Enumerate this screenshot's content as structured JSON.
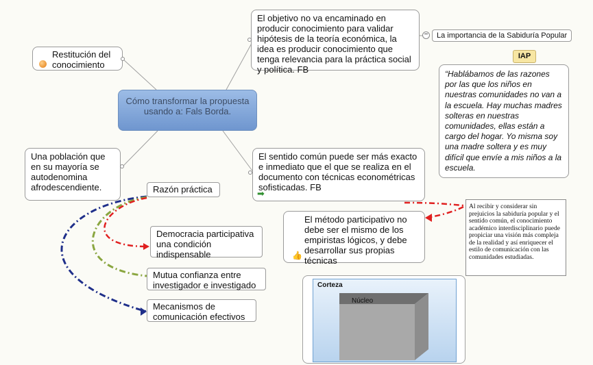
{
  "central": {
    "title": "Cómo transformar la propuesta usando a: Fals Borda."
  },
  "nodes": {
    "restitucion": "Restitución del conocimiento",
    "objetivo": "El objetivo no va encaminado en producir conocimiento para validar hipótesis de la teoría económica, la idea es producir conocimiento que tenga relevancia para la práctica social y política. FB",
    "poblacion": "Una población que en su mayoría se autodenomina afrodescendiente.",
    "sentido": "El sentido común puede ser más exacto e inmediato que el que se realiza en el documento con técnicas econométricas sofisticadas. FB",
    "metodo": "El método participativo no debe ser el mismo de los empiristas lógicos, y debe desarrollar sus propias técnicas",
    "razon": "Razón práctica",
    "democracia": "Democracia participativa una condición indispensable",
    "confianza": "Mutua confianza entre investigador e investigado",
    "mecanismos": "Mecanismos de comunicación efectivos"
  },
  "topic_label": "La importancia de la Sabiduría Popular",
  "iap_badge": "IAP",
  "quote": "“Hablábamos de las razones por las que los niños en nuestras comunidades no van a la escuela. Hay muchas madres solteras en nuestras comunidades, ellas están a cargo del hogar. Yo misma soy una madre soltera y es muy difícil que envíe a mis niños a la escuela.",
  "note": "Al recibir y considerar sin prejuicios la sabiduría popular y el sentido común, el conocimiento académico interdisciplinario puede propiciar una visión más compleja de la realidad y así enriquecer el estilo de comunicación con las comunidades estudiadas.",
  "image": {
    "label_outer": "Corteza",
    "label_inner": "Núcleo"
  },
  "colors": {
    "central_top": "#9cbce6",
    "central_bottom": "#6f96cf",
    "dash_red": "#e02020",
    "dash_navy": "#1f2f8a",
    "dash_olive": "#8aa640",
    "iap_badge": "#f7e6a3"
  },
  "icons": {
    "restitucion": "orange-ball-icon",
    "sentido": "green-arrow-icon",
    "metodo": "thumbs-up-icon"
  }
}
